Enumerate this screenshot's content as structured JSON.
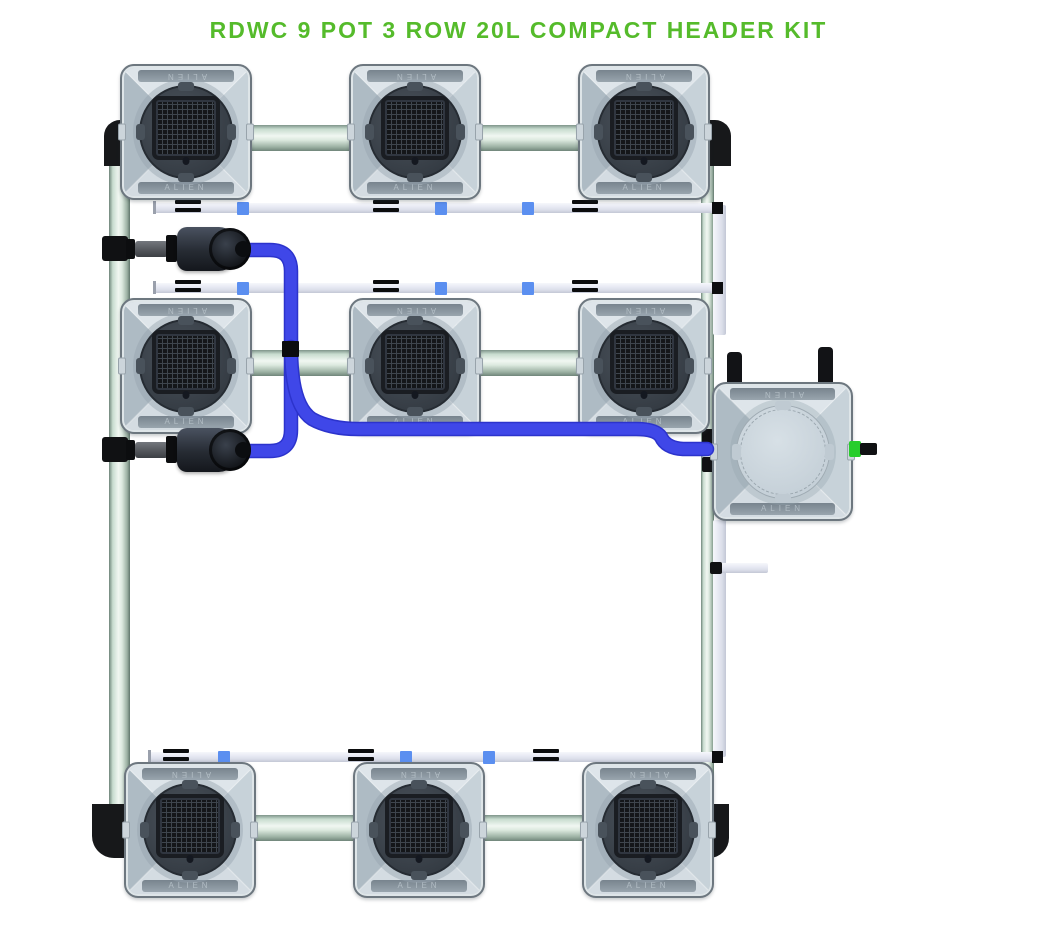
{
  "title": "RDWC 9 POT 3 ROW 20L COMPACT HEADER KIT",
  "brand": "ALIEN",
  "kit": {
    "pot_count": 9,
    "row_count": 3,
    "pot_volume": "20L",
    "style": "COMPACT HEADER KIT"
  },
  "colors": {
    "accent_green": "#55bb2b",
    "tube_blue": "#3f47e8",
    "tube_blue_dark": "#2c33cc",
    "connector_blue": "#5b8ff0",
    "outlet_green": "#27cd2c"
  }
}
